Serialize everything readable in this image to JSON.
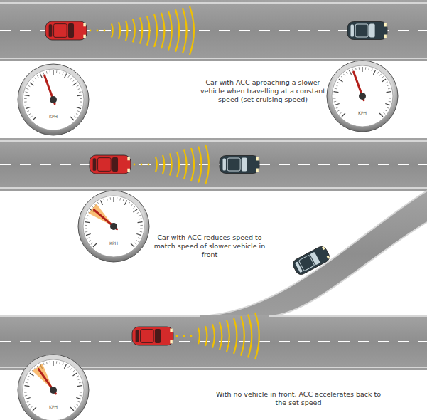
{
  "diagram": {
    "labels": [
      "KPH",
      "Car with ACC aproaching a slower vehicle when travelling at a constant speed (set cruising speed)",
      "KPH",
      "Car with ACC reduces speed to match speed of slower vehicle in front",
      "KPH",
      "With no vehicle in front, ACC accelerates back to the set speed",
      "KPH"
    ]
  }
}
